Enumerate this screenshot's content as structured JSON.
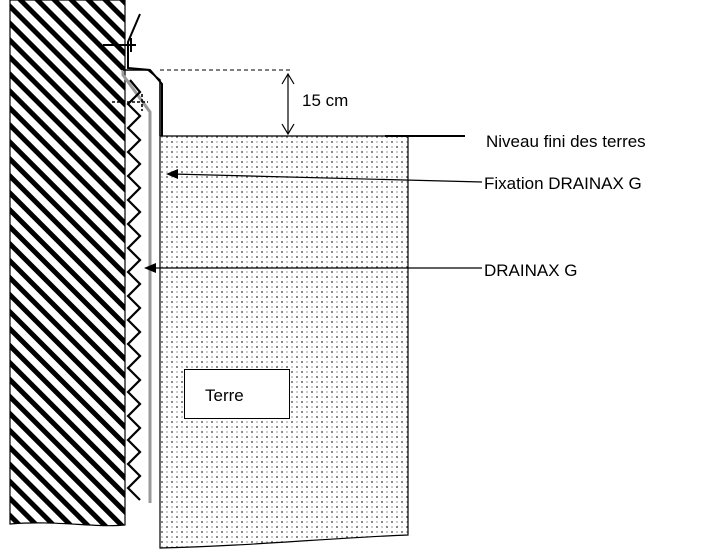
{
  "labels": {
    "dimension": "15 cm",
    "niveau": "Niveau fini des terres",
    "fixation": "Fixation DRAINAX G",
    "drainax": "DRAINAX G",
    "terre": "Terre"
  },
  "colors": {
    "line": "#000000",
    "membrane": "#9a9a9a",
    "soil_dot": "#333333",
    "background": "#ffffff"
  }
}
